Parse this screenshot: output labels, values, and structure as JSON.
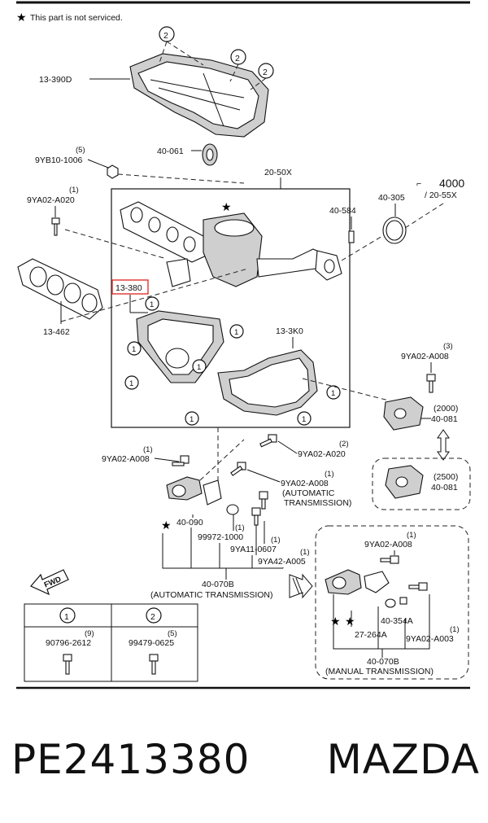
{
  "note": "This part is not serviced.",
  "callouts": {
    "one": "1",
    "two": "2"
  },
  "labels": {
    "heat_insulator_upper": "13-390D",
    "q_9yb10": "(5)",
    "p_9yb10": "9YB10-1006",
    "q_9ya02_a020_left": "(1)",
    "p_9ya02_a020_left": "9YA02-A020",
    "gasket_13_462": "13-462",
    "p_40_061": "40-061",
    "p_20_50x": "20-50X",
    "p_40_584": "40-584",
    "p_40_305": "40-305",
    "ref_4000": "4000",
    "ref_20_55x": "/ 20-55X",
    "highlight_13_380": "13-380",
    "p_13_3k0": "13-3K0",
    "q_9ya02_a008_right": "(3)",
    "p_9ya02_a008_right": "9YA02-A008",
    "q_2000": "(2000)",
    "p_40_081_a": "40-081",
    "q_2500": "(2500)",
    "p_40_081_b": "40-081",
    "q_9ya02_a008_left": "(1)",
    "p_9ya02_a008_left": "9YA02-A008",
    "q_9ya02_a020_mid": "(2)",
    "p_9ya02_a020_mid": "9YA02-A020",
    "q_9ya02_a008_at": "(1)",
    "p_9ya02_a008_at": "9YA02-A008",
    "auto_trans_1": "(AUTOMATIC",
    "auto_trans_2": "TRANSMISSION)",
    "p_40_090": "40-090",
    "q_99972": "(1)",
    "p_99972": "99972-1000",
    "q_9ya11": "(1)",
    "p_9ya11": "9YA11-0607",
    "q_9ya42": "(1)",
    "p_9ya42": "9YA42-A005",
    "p_40_070b_at": "40-070B",
    "at_caption": "(AUTOMATIC TRANSMISSION)",
    "fwd": "FWD",
    "q_9ya02_a008_mt": "(1)",
    "p_9ya02_a008_mt": "9YA02-A008",
    "p_40_354a": "40-354A",
    "p_27_264a": "27-264A",
    "q_9ya02_a003": "(1)",
    "p_9ya02_a003": "9YA02-A003",
    "p_40_070b_mt": "40-070B",
    "mt_caption": "(MANUAL TRANSMISSION)"
  },
  "legend_table": {
    "columns": [
      {
        "callout": "1",
        "qty": "(9)",
        "part": "90796-2612"
      },
      {
        "callout": "2",
        "qty": "(5)",
        "part": "99479-0625"
      }
    ]
  },
  "footer": {
    "part_number": "PE2413380",
    "brand": "MAZDA"
  },
  "colors": {
    "highlight_box": "#e0322d",
    "line": "#111111"
  }
}
